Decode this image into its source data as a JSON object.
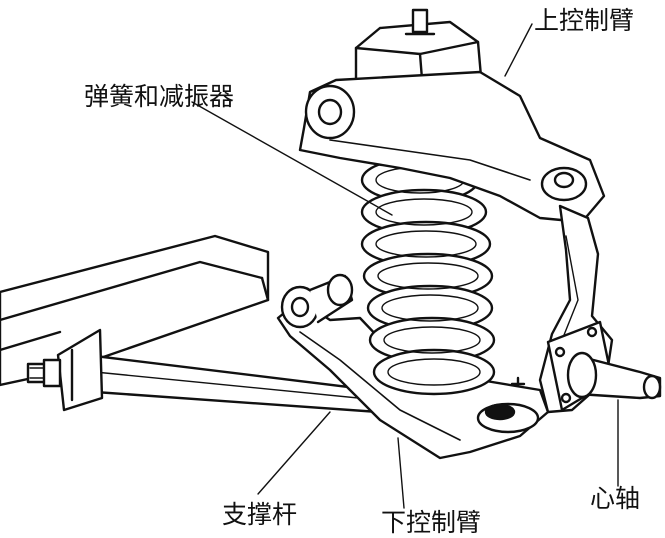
{
  "labels": {
    "upper_control_arm": "上控制臂",
    "spring_shock": "弹簧和减振器",
    "strut_rod": "支撑杆",
    "lower_control_arm": "下控制臂",
    "spindle": "心轴"
  },
  "colors": {
    "line": "#111111",
    "fill": "#ffffff",
    "background": "#ffffff"
  }
}
